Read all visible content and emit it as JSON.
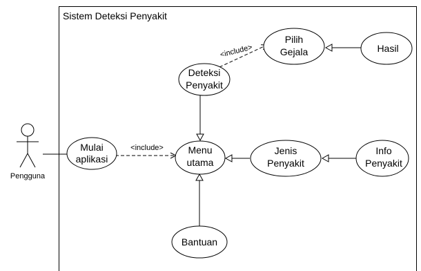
{
  "system": {
    "title": "Sistem Deteksi Penyakit"
  },
  "actor": {
    "name": "Pengguna"
  },
  "use_cases": {
    "mulai": {
      "line1": "Mulai",
      "line2": "aplikasi"
    },
    "menu": {
      "line1": "Menu",
      "line2": "utama"
    },
    "deteksi": {
      "line1": "Deteksi",
      "line2": "Penyakit"
    },
    "pilih": {
      "line1": "Pilih",
      "line2": "Gejala"
    },
    "hasil": {
      "line1": "Hasil"
    },
    "jenis": {
      "line1": "Jenis",
      "line2": "Penyakit"
    },
    "info": {
      "line1": "Info",
      "line2": "Penyakit"
    },
    "bantuan": {
      "line1": "Bantuan"
    }
  },
  "relations": {
    "include_1": "<include>",
    "include_2": "<include>"
  }
}
